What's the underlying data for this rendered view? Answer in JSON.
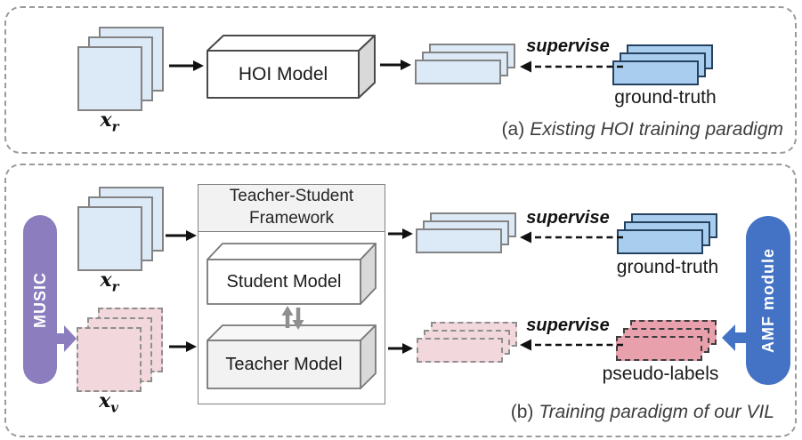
{
  "panel_a": {
    "caption_prefix": "(a)",
    "caption_text": "Existing HOI training paradigm",
    "input_base": "x",
    "input_sub": "r",
    "model_label": "HOI Model",
    "supervise_label": "supervise",
    "ground_truth_label": "ground-truth"
  },
  "panel_b": {
    "caption_prefix": "(b)",
    "caption_text": "Training paradigm of our VIL",
    "music_label": "MUSIC",
    "amf_label": "AMF module",
    "real_input_base": "x",
    "real_input_sub": "r",
    "virtual_input_base": "x",
    "virtual_input_sub": "v",
    "framework_line1": "Teacher-Student",
    "framework_line2": "Framework",
    "student_label": "Student Model",
    "teacher_label": "Teacher Model",
    "supervise_top_label": "supervise",
    "supervise_bottom_label": "supervise",
    "ground_truth_label": "ground-truth",
    "pseudo_labels_label": "pseudo-labels"
  },
  "colors": {
    "music_purple": "#8b7dbe",
    "amf_blue": "#4472c4",
    "frame_light_blue": "#dce9f7",
    "ground_truth_blue": "#a9cdee",
    "ground_truth_border": "#24425f",
    "virtual_pink": "#f2d7dc",
    "pseudo_rose": "#e8a0ac",
    "panel_dash_gray": "#9a9a9a"
  }
}
